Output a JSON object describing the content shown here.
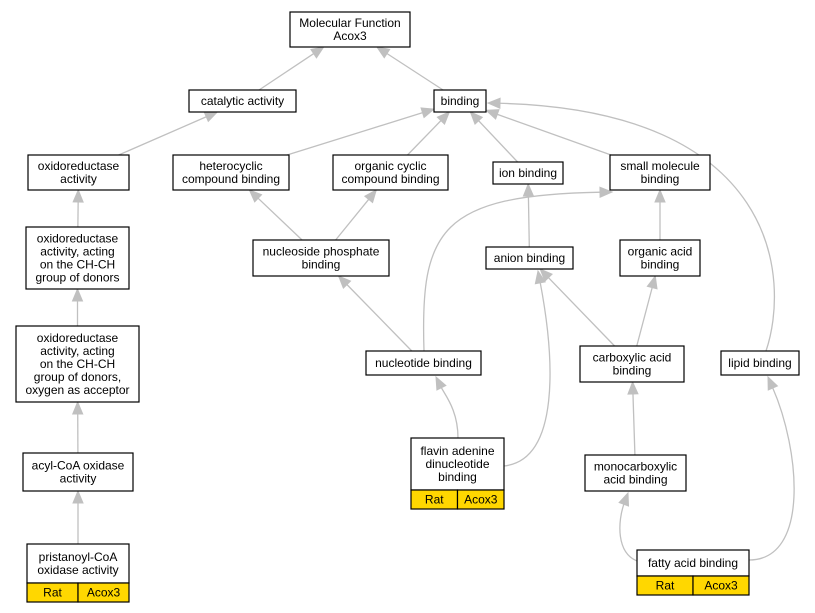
{
  "nodes": {
    "mf": {
      "lines": [
        "Molecular Function",
        "Acox3"
      ]
    },
    "catalytic": {
      "lines": [
        "catalytic activity"
      ]
    },
    "binding": {
      "lines": [
        "binding"
      ]
    },
    "oxidoreductase": {
      "lines": [
        "oxidoreductase",
        "activity"
      ]
    },
    "heterocyclic": {
      "lines": [
        "heterocyclic",
        "compound binding"
      ]
    },
    "organic_cyclic": {
      "lines": [
        "organic cyclic",
        "compound binding"
      ]
    },
    "ion": {
      "lines": [
        "ion binding"
      ]
    },
    "small_molecule": {
      "lines": [
        "small molecule",
        "binding"
      ]
    },
    "oxido_chch": {
      "lines": [
        "oxidoreductase",
        "activity, acting",
        "on the CH-CH",
        "group of donors"
      ]
    },
    "nucleoside_phosphate": {
      "lines": [
        "nucleoside phosphate",
        "binding"
      ]
    },
    "anion": {
      "lines": [
        "anion binding"
      ]
    },
    "organic_acid": {
      "lines": [
        "organic acid",
        "binding"
      ]
    },
    "oxido_oxygen": {
      "lines": [
        "oxidoreductase",
        "activity, acting",
        "on the CH-CH",
        "group of donors,",
        "oxygen as acceptor"
      ]
    },
    "nucleotide": {
      "lines": [
        "nucleotide binding"
      ]
    },
    "carboxylic": {
      "lines": [
        "carboxylic acid",
        "binding"
      ]
    },
    "lipid": {
      "lines": [
        "lipid binding"
      ]
    },
    "acyl_coa": {
      "lines": [
        "acyl-CoA oxidase",
        "activity"
      ]
    },
    "fad": {
      "lines": [
        "flavin adenine",
        "dinucleotide",
        "binding"
      ],
      "tags": [
        "Rat",
        "Acox3"
      ]
    },
    "monocarboxylic": {
      "lines": [
        "monocarboxylic",
        "acid binding"
      ]
    },
    "pristanoyl": {
      "lines": [
        "pristanoyl-CoA",
        "oxidase activity"
      ],
      "tags": [
        "Rat",
        "Acox3"
      ]
    },
    "fatty_acid": {
      "lines": [
        "fatty acid binding"
      ],
      "tags": [
        "Rat",
        "Acox3"
      ]
    }
  },
  "edges": [
    [
      "catalytic",
      "mf"
    ],
    [
      "binding",
      "mf"
    ],
    [
      "oxidoreductase",
      "catalytic"
    ],
    [
      "heterocyclic",
      "binding"
    ],
    [
      "organic_cyclic",
      "binding"
    ],
    [
      "ion",
      "binding"
    ],
    [
      "small_molecule",
      "binding"
    ],
    [
      "lipid",
      "binding"
    ],
    [
      "oxido_chch",
      "oxidoreductase"
    ],
    [
      "nucleoside_phosphate",
      "heterocyclic"
    ],
    [
      "nucleoside_phosphate",
      "organic_cyclic"
    ],
    [
      "anion",
      "ion"
    ],
    [
      "organic_acid",
      "small_molecule"
    ],
    [
      "oxido_oxygen",
      "oxido_chch"
    ],
    [
      "nucleotide",
      "nucleoside_phosphate"
    ],
    [
      "nucleotide",
      "small_molecule"
    ],
    [
      "carboxylic",
      "anion"
    ],
    [
      "carboxylic",
      "organic_acid"
    ],
    [
      "acyl_coa",
      "oxido_oxygen"
    ],
    [
      "fad",
      "nucleotide"
    ],
    [
      "fad",
      "anion"
    ],
    [
      "monocarboxylic",
      "carboxylic"
    ],
    [
      "pristanoyl",
      "acyl_coa"
    ],
    [
      "fatty_acid",
      "monocarboxylic"
    ],
    [
      "fatty_acid",
      "lipid"
    ]
  ]
}
